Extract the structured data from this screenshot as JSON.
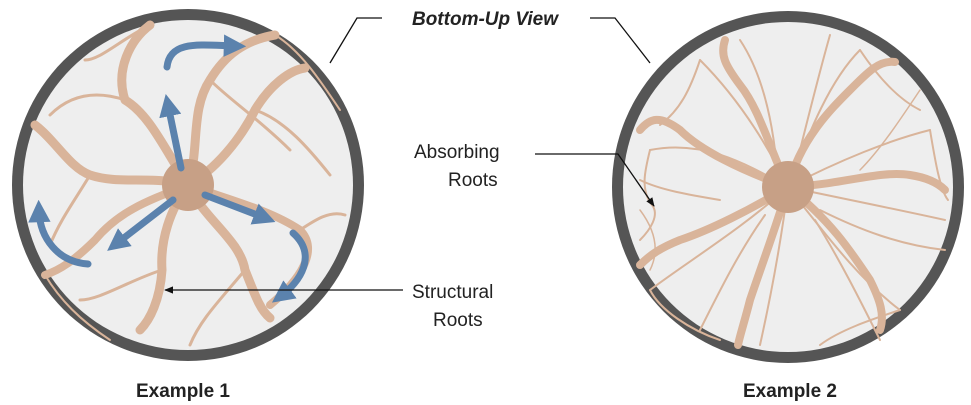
{
  "title": "Bottom-Up View",
  "labels": {
    "absorbing": [
      "Absorbing",
      "Roots"
    ],
    "structural": [
      "Structural",
      "Roots"
    ]
  },
  "examples": [
    {
      "caption": "Example 1"
    },
    {
      "caption": "Example 2"
    }
  ],
  "colors": {
    "pot_rim": "#555555",
    "pot_floor": "#eeeeee",
    "root": "#d9b49a",
    "root_center": "#c7a086",
    "flow_arrow": "#5b82ad",
    "text": "#222222"
  },
  "icons": {
    "flow_arrow": "arrow-curved-icon",
    "root_center": "root-crown-icon"
  }
}
